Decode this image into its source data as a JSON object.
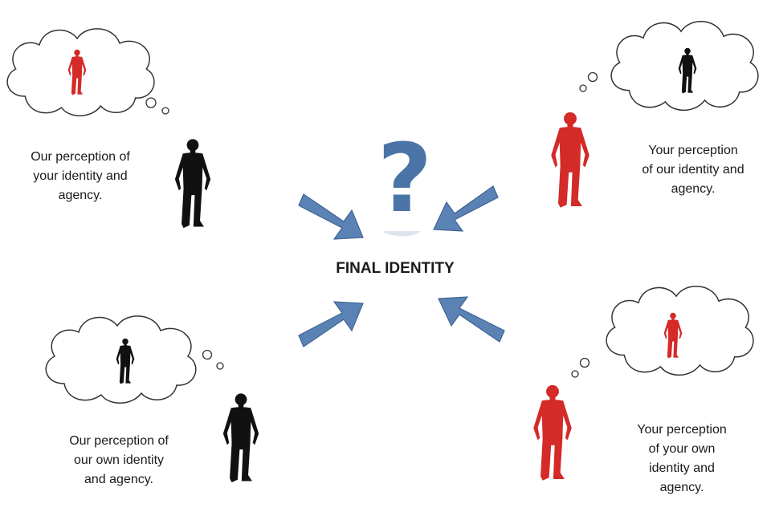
{
  "center": {
    "symbol": "?",
    "title": "FINAL IDENTITY"
  },
  "quadrants": {
    "top_left": {
      "lines": [
        "Our perception of",
        "your identity and",
        "agency."
      ]
    },
    "top_right": {
      "lines": [
        "Your  perception",
        "of our identity and",
        "agency."
      ]
    },
    "bottom_left": {
      "lines": [
        "Our perception of",
        "our own identity",
        "and agency."
      ]
    },
    "bottom_right": {
      "lines": [
        "Your perception",
        "of your own",
        "identity and",
        "agency."
      ]
    }
  },
  "colors": {
    "us_figure": "#111111",
    "you_figure": "#d42a28",
    "arrow": "#5b82b4",
    "arrow_edge": "#3f6394",
    "cloud_stroke": "#333333"
  }
}
